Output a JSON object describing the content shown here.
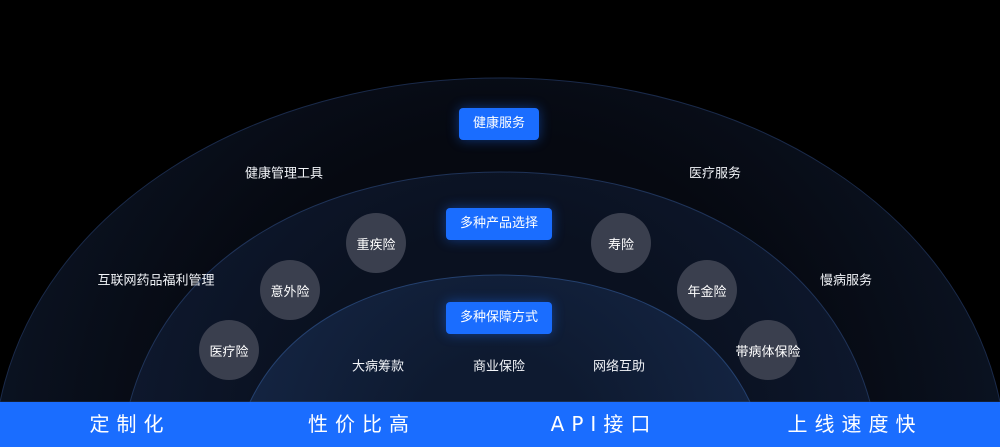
{
  "rings": {
    "outer": {
      "title": "健康服务",
      "labels": [
        "健康管理工具",
        "医疗服务",
        "互联网药品福利管理",
        "慢病服务"
      ]
    },
    "middle": {
      "title": "多种产品选择",
      "products": [
        "医疗险",
        "意外险",
        "重疾险",
        "寿险",
        "年金险",
        "带病体保险"
      ]
    },
    "inner": {
      "title": "多种保障方式",
      "labels": [
        "大病筹款",
        "商业保险",
        "网络互助"
      ]
    }
  },
  "bottom_bar": [
    "定制化",
    "性价比高",
    "API接口",
    "上线速度快"
  ],
  "colors": {
    "background": "#000000",
    "accent": "#1a6dff",
    "ring_outer": "#090d17",
    "ring_middle": "#0d1526",
    "ring_inner": "#12203a",
    "bubble": "#3a3f4e"
  }
}
